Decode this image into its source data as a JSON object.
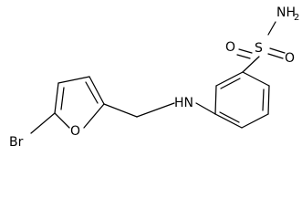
{
  "molecule": {
    "atoms": {
      "nh2": "NH",
      "nh2_subscript": "2",
      "sulfur": "S",
      "oxygen_upper": "O",
      "oxygen_lower": "O",
      "amine_nh": "HN",
      "furan_oxygen": "O",
      "bromine": "Br"
    }
  },
  "colors": {
    "bond": "#000000",
    "text": "#000000",
    "background": "#ffffff"
  }
}
